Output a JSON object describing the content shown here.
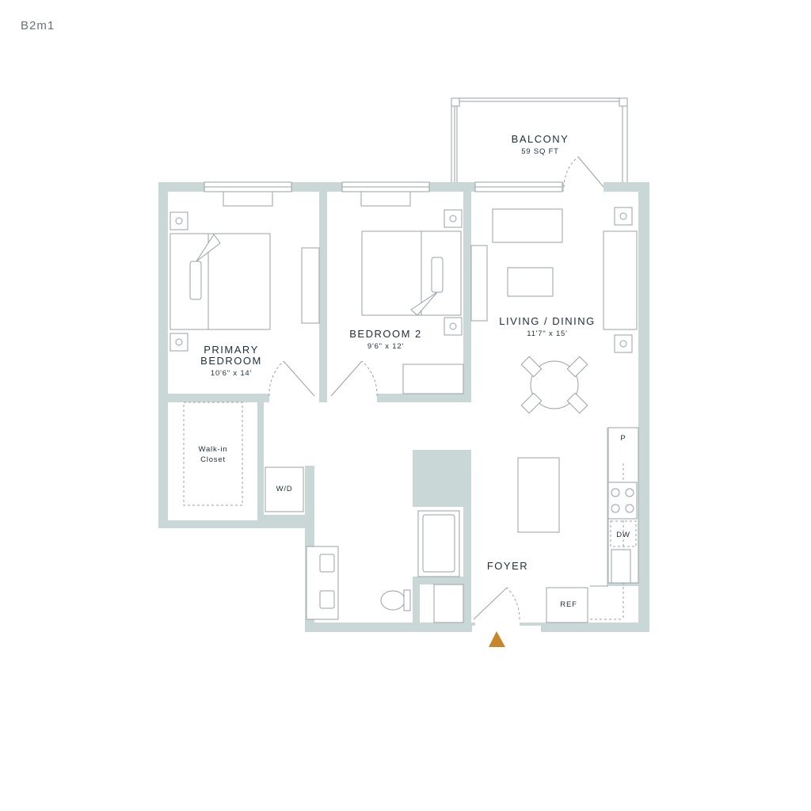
{
  "unit_name": "B2m1",
  "rooms": {
    "balcony": {
      "name": "BALCONY",
      "size": "59 SQ FT"
    },
    "primary_bedroom": {
      "name_line1": "PRIMARY",
      "name_line2": "BEDROOM",
      "size": "10'6\" x 14'"
    },
    "bedroom2": {
      "name": "BEDROOM 2",
      "size": "9'6\" x 12'"
    },
    "living_dining": {
      "name": "LIVING / DINING",
      "size": "11'7\" x 15'"
    },
    "walk_in_closet": {
      "line1": "Walk-in",
      "line2": "Closet"
    },
    "foyer": {
      "name": "FOYER"
    }
  },
  "fixtures": {
    "washer_dryer": "W/D",
    "pantry": "P",
    "dishwasher": "DW",
    "refrigerator": "REF"
  },
  "colors": {
    "wall": "#c9d8d6",
    "text": "#1f2d3a",
    "entry_marker": "#c8862a"
  }
}
